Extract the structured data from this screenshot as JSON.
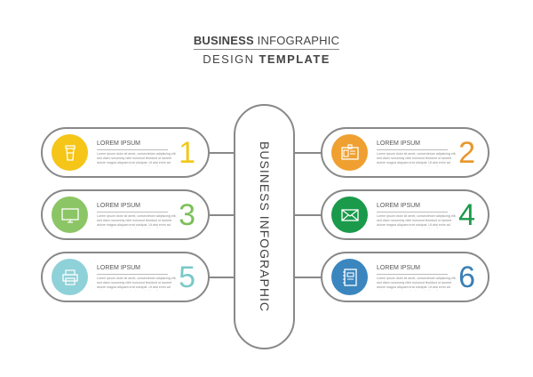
{
  "header": {
    "line1_bold": "BUSINESS",
    "line1_rest": " INFOGRAPHIC",
    "line2_rest": "DESIGN ",
    "line2_bold": "TEMPLATE"
  },
  "center_label": "BUSINESS INFOGRAPHIC",
  "items": [
    {
      "number": "1",
      "label": "LOREM IPSUM",
      "body": "Lorem ipsum dolor sit amet, consectetuer adipiscing elit, sed diam nonummy nibh euismod tincidunt ut laoreet dolore magna aliquam erat volutpat. Ut wisi enim ad minim veniam, quis nostrud exerci tation ullamcorper",
      "icon": "coffee-cup-icon",
      "color": "#f5c518",
      "num_color": "#f2c81a"
    },
    {
      "number": "2",
      "label": "LOREM IPSUM",
      "body": "Lorem ipsum dolor sit amet, consectetuer adipiscing elit, sed diam nonummy nibh euismod tincidunt ut laoreet dolore magna aliquam erat volutpat. Ut wisi enim ad minim veniam, quis nostrud exerci tation ullamcorper",
      "icon": "id-card-icon",
      "color": "#f0a030",
      "num_color": "#e8962a"
    },
    {
      "number": "3",
      "label": "LOREM IPSUM",
      "body": "Lorem ipsum dolor sit amet, consectetuer adipiscing elit, sed diam nonummy nibh euismod tincidunt ut laoreet dolore magna aliquam erat volutpat. Ut wisi enim ad minim veniam, quis nostrud exerci tation ullamcorper",
      "icon": "monitor-icon",
      "color": "#8cc565",
      "num_color": "#7bbf5a"
    },
    {
      "number": "4",
      "label": "LOREM IPSUM",
      "body": "Lorem ipsum dolor sit amet, consectetuer adipiscing elit, sed diam nonummy nibh euismod tincidunt ut laoreet dolore magna aliquam erat volutpat. Ut wisi enim ad minim veniam, quis nostrud exerci tation ullamcorper",
      "icon": "envelope-icon",
      "color": "#1a9a4a",
      "num_color": "#1a9a4a"
    },
    {
      "number": "5",
      "label": "LOREM IPSUM",
      "body": "Lorem ipsum dolor sit amet, consectetuer adipiscing elit, sed diam nonummy nibh euismod tincidunt ut laoreet dolore magna aliquam erat volutpat. Ut wisi enim ad minim veniam, quis nostrud exerci tation ullamcorper",
      "icon": "printer-icon",
      "color": "#8fd1d8",
      "num_color": "#7cc8c8"
    },
    {
      "number": "6",
      "label": "LOREM IPSUM",
      "body": "Lorem ipsum dolor sit amet, consectetuer adipiscing elit, sed diam nonummy nibh euismod tincidunt ut laoreet dolore magna aliquam erat volutpat. Ut wisi enim ad minim veniam, quis nostrud exerci tation ullamcorper",
      "icon": "notebook-icon",
      "color": "#3b86be",
      "num_color": "#3a7fb5"
    }
  ]
}
